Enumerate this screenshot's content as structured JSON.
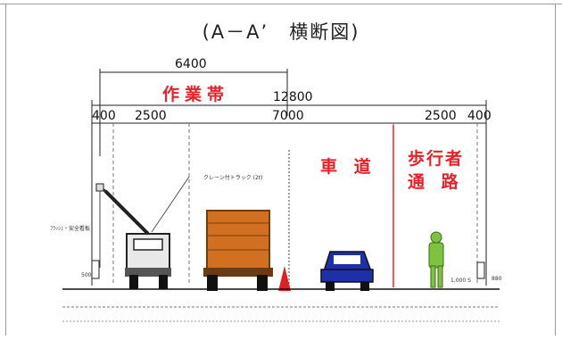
{
  "title": "(A－A’　横断図)",
  "dimensions": {
    "work_zone_width": "6400",
    "total_width": "12800",
    "segments": [
      "400",
      "2500",
      "7000",
      "2500",
      "400"
    ]
  },
  "labels": {
    "work_zone": "作業帯",
    "roadway": "車 道",
    "pedestrian_line1": "歩行者",
    "pedestrian_line2": "通 路",
    "crane_truck": "クレーン付トラック (2t)",
    "left_note": "ﾌﾗｯｼｭ・安全看板",
    "left_height": "500",
    "right_note": "1,000 S",
    "right_height": "880"
  },
  "colors": {
    "label_red": "#e8202a",
    "truck_orange": "#d07020",
    "car_blue": "#1f2fa8",
    "pedestrian_green": "#7fc241",
    "cone_red": "#e02020"
  }
}
